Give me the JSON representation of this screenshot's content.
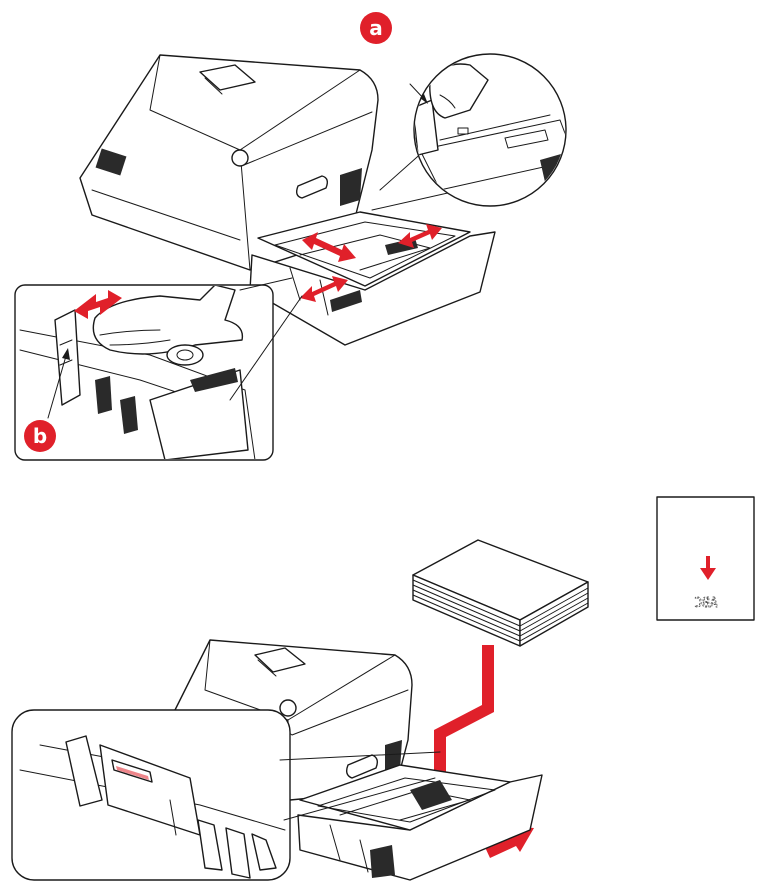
{
  "callouts": {
    "a": "a",
    "b": "b"
  },
  "orientation_card": {
    "text": "ABC"
  },
  "colors": {
    "accent": "#e0202a",
    "line": "#1a1a1a"
  }
}
